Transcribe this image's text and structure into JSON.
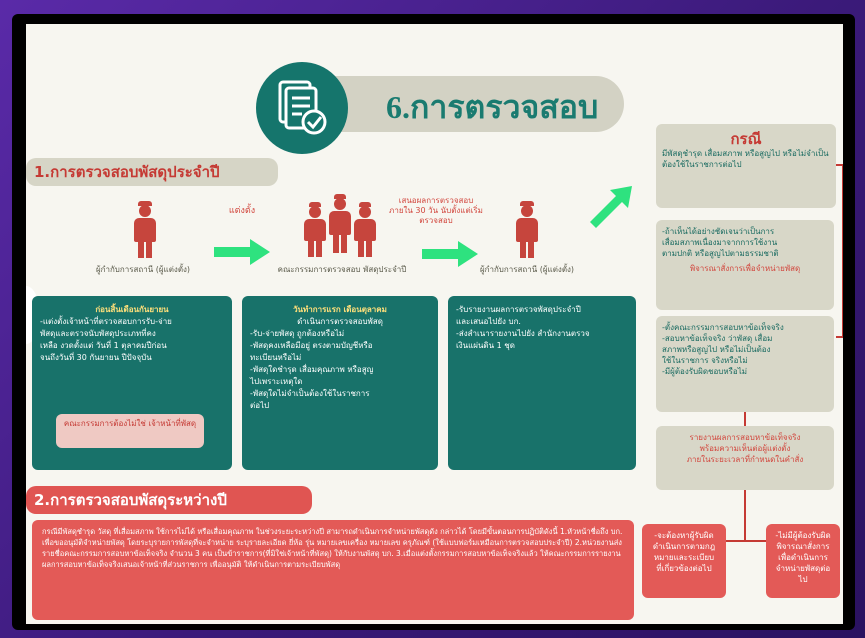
{
  "header": {
    "title": "6.การตรวจสอบ"
  },
  "section1": {
    "title": "1.การตรวจสอบพัสดุประจำปี"
  },
  "section2": {
    "title": "2.การตรวจสอบพัสดุระหว่างปี"
  },
  "flow": {
    "appoint_label": "แต่งตั้ง",
    "report_label": "เสนอผลการตรวจสอบ ภายใน 30 วัน นับตั้งแต่เริ่มตรวจสอบ",
    "person1_label": "ผู้กำกับการสถานี (ผู้แต่งตั้ง)",
    "committee_label": "คณะกรรมการตรวจสอบ พัสดุประจำปี",
    "person2_label": "ผู้กำกับการสถานี (ผู้แต่งตั้ง)"
  },
  "box1": {
    "heading": "ก่อนสิ้นเดือนกันยายน",
    "lines": [
      "-แต่งตั้งเจ้าหน้าที่ตรวจสอบการรับ-จ่าย",
      "พัสดุและตรวจนับพัสดุประเภทที่คง",
      "เหลือ งวดตั้งแต่ วันที่ 1 ตุลาคมปีก่อน",
      "จนถึงวันที่ 30 กันยายน ปีปัจจุบัน"
    ],
    "note": "คณะกรรมการต้องไม่ใช่ เจ้าหน้าที่พัสดุ"
  },
  "box2": {
    "heading": "วันทำการแรก เดือนตุลาคม",
    "sub": "ดำเนินการตรวจสอบพัสดุ",
    "lines": [
      "-รับ-จ่ายพัสดุ ถูกต้องหรือไม่",
      "-พัสดุคงเหลือมีอยู่ ตรงตามบัญชีหรือ",
      "ทะเบียนหรือไม่",
      "-พัสดุใดชำรุด เสื่อมคุณภาพ หรือสูญ",
      "ไปเพราะเหตุใด",
      "-พัสดุใดไม่จำเป็นต้องใช้ในราชการ",
      "ต่อไป"
    ]
  },
  "box3": {
    "lines": [
      "-รับรายงานผลการตรวจพัสดุประจำปี",
      "และเสนอไปยัง บก.",
      "-ส่งสำเนารายงานไปยัง สำนักงานตรวจ",
      "เงินแผ่นดิน 1 ชุด"
    ]
  },
  "cases": {
    "title": "กรณี",
    "intro": "มีพัสดุชำรุด เสื่อมสภาพ หรือสูญไป หรือไม่จำเป็นต้องใช้ในราชการต่อไป",
    "c1_lines": [
      "-ถ้าเห็นได้อย่างชัดเจนว่าเป็นการ",
      "เสื่อมสภาพเนื่องมาจากการใช้งาน",
      "ตามปกติ หรือสูญไปตามธรรมชาติ"
    ],
    "c1_action": "พิจารณาสั่งการเพื่อจำหน่ายพัสดุ",
    "c2_lines": [
      "-ตั้งคณะกรรมการสอบหาข้อเท็จจริง",
      "-สอบหาข้อเท็จจริง ว่าพัสดุ เสื่อม",
      "สภาพหรือสูญไป หรือไม่เป็นต้อง",
      "ใช้ในราชการ จริงหรือไม่",
      "-มีผู้ต้องรับผิดชอบหรือไม่"
    ],
    "c3_lines": [
      "รายงานผลการสอบหาข้อเท็จจริง",
      "พร้อมความเห็นต่อผู้แต่งตั้ง",
      "ภายในระยะเวลาที่กำหนดในคำสั่ง"
    ]
  },
  "bottom": {
    "lines": [
      "กรณีมีพัสดุชำรุด วัสดุ ที่เสื่อมสภาพ ใช้การไม่ได้ หรือเสื่อมคุณภาพ ในช่วงระยะระหว่างปี สามารถดำเนินการจำหน่ายพัสดุดัง",
      "กล่าวได้ โดยมีขั้นตอนการปฏิบัติดังนี้",
      "1.หัวหน้าชื่อถึง บก. เพื่อขออนุมัติจำหน่ายพัสดุ โดยระบุรายการพัสดุที่จะจำหน่าย ระบุรายละเอียด ยี่ห้อ รุ่น หมายเลขเครื่อง หมายเลข",
      "ครุภัณฑ์ (ใช้แบบฟอร์มเหมือนการตรวจสอบประจำปี)",
      "2.หน่วยงานส่งรายชื่อคณะกรรมการสอบหาข้อเท็จจริง จำนวน 3 คน เป็นข้าราชการ(ที่มิใช่เจ้าหน้าที่พัสดุ) ให้กับงานพัสดุ บก.",
      "3.เมื่อแต่งตั้งกรรมการสอบหาข้อเท็จจริงแล้ว ให้คณะกรรมการรายงานผลการสอบหาข้อเท็จจริงเสนอเจ้าหน้าที่ส่วนราชการ เพื่ออนุมัติ",
      "ให้ดำเนินการตามระเบียบพัสดุ"
    ],
    "right1": [
      "-จะต้องหาผู้รับผิด",
      "ดำเนินการตามกฎ",
      "หมายและระเบียบ",
      "ที่เกี่ยวข้องต่อไป"
    ],
    "right2": [
      "-ไม่มีผู้ต้องรับผิด",
      "พิจารณาสั่งการ",
      "เพื่อดำเนินการ",
      "จำหน่ายพัสดุต่อไป"
    ]
  },
  "colors": {
    "teal": "#18726a",
    "red": "#c53a34",
    "beige": "#d8d7c8",
    "arrow_green": "#2ee27f"
  }
}
